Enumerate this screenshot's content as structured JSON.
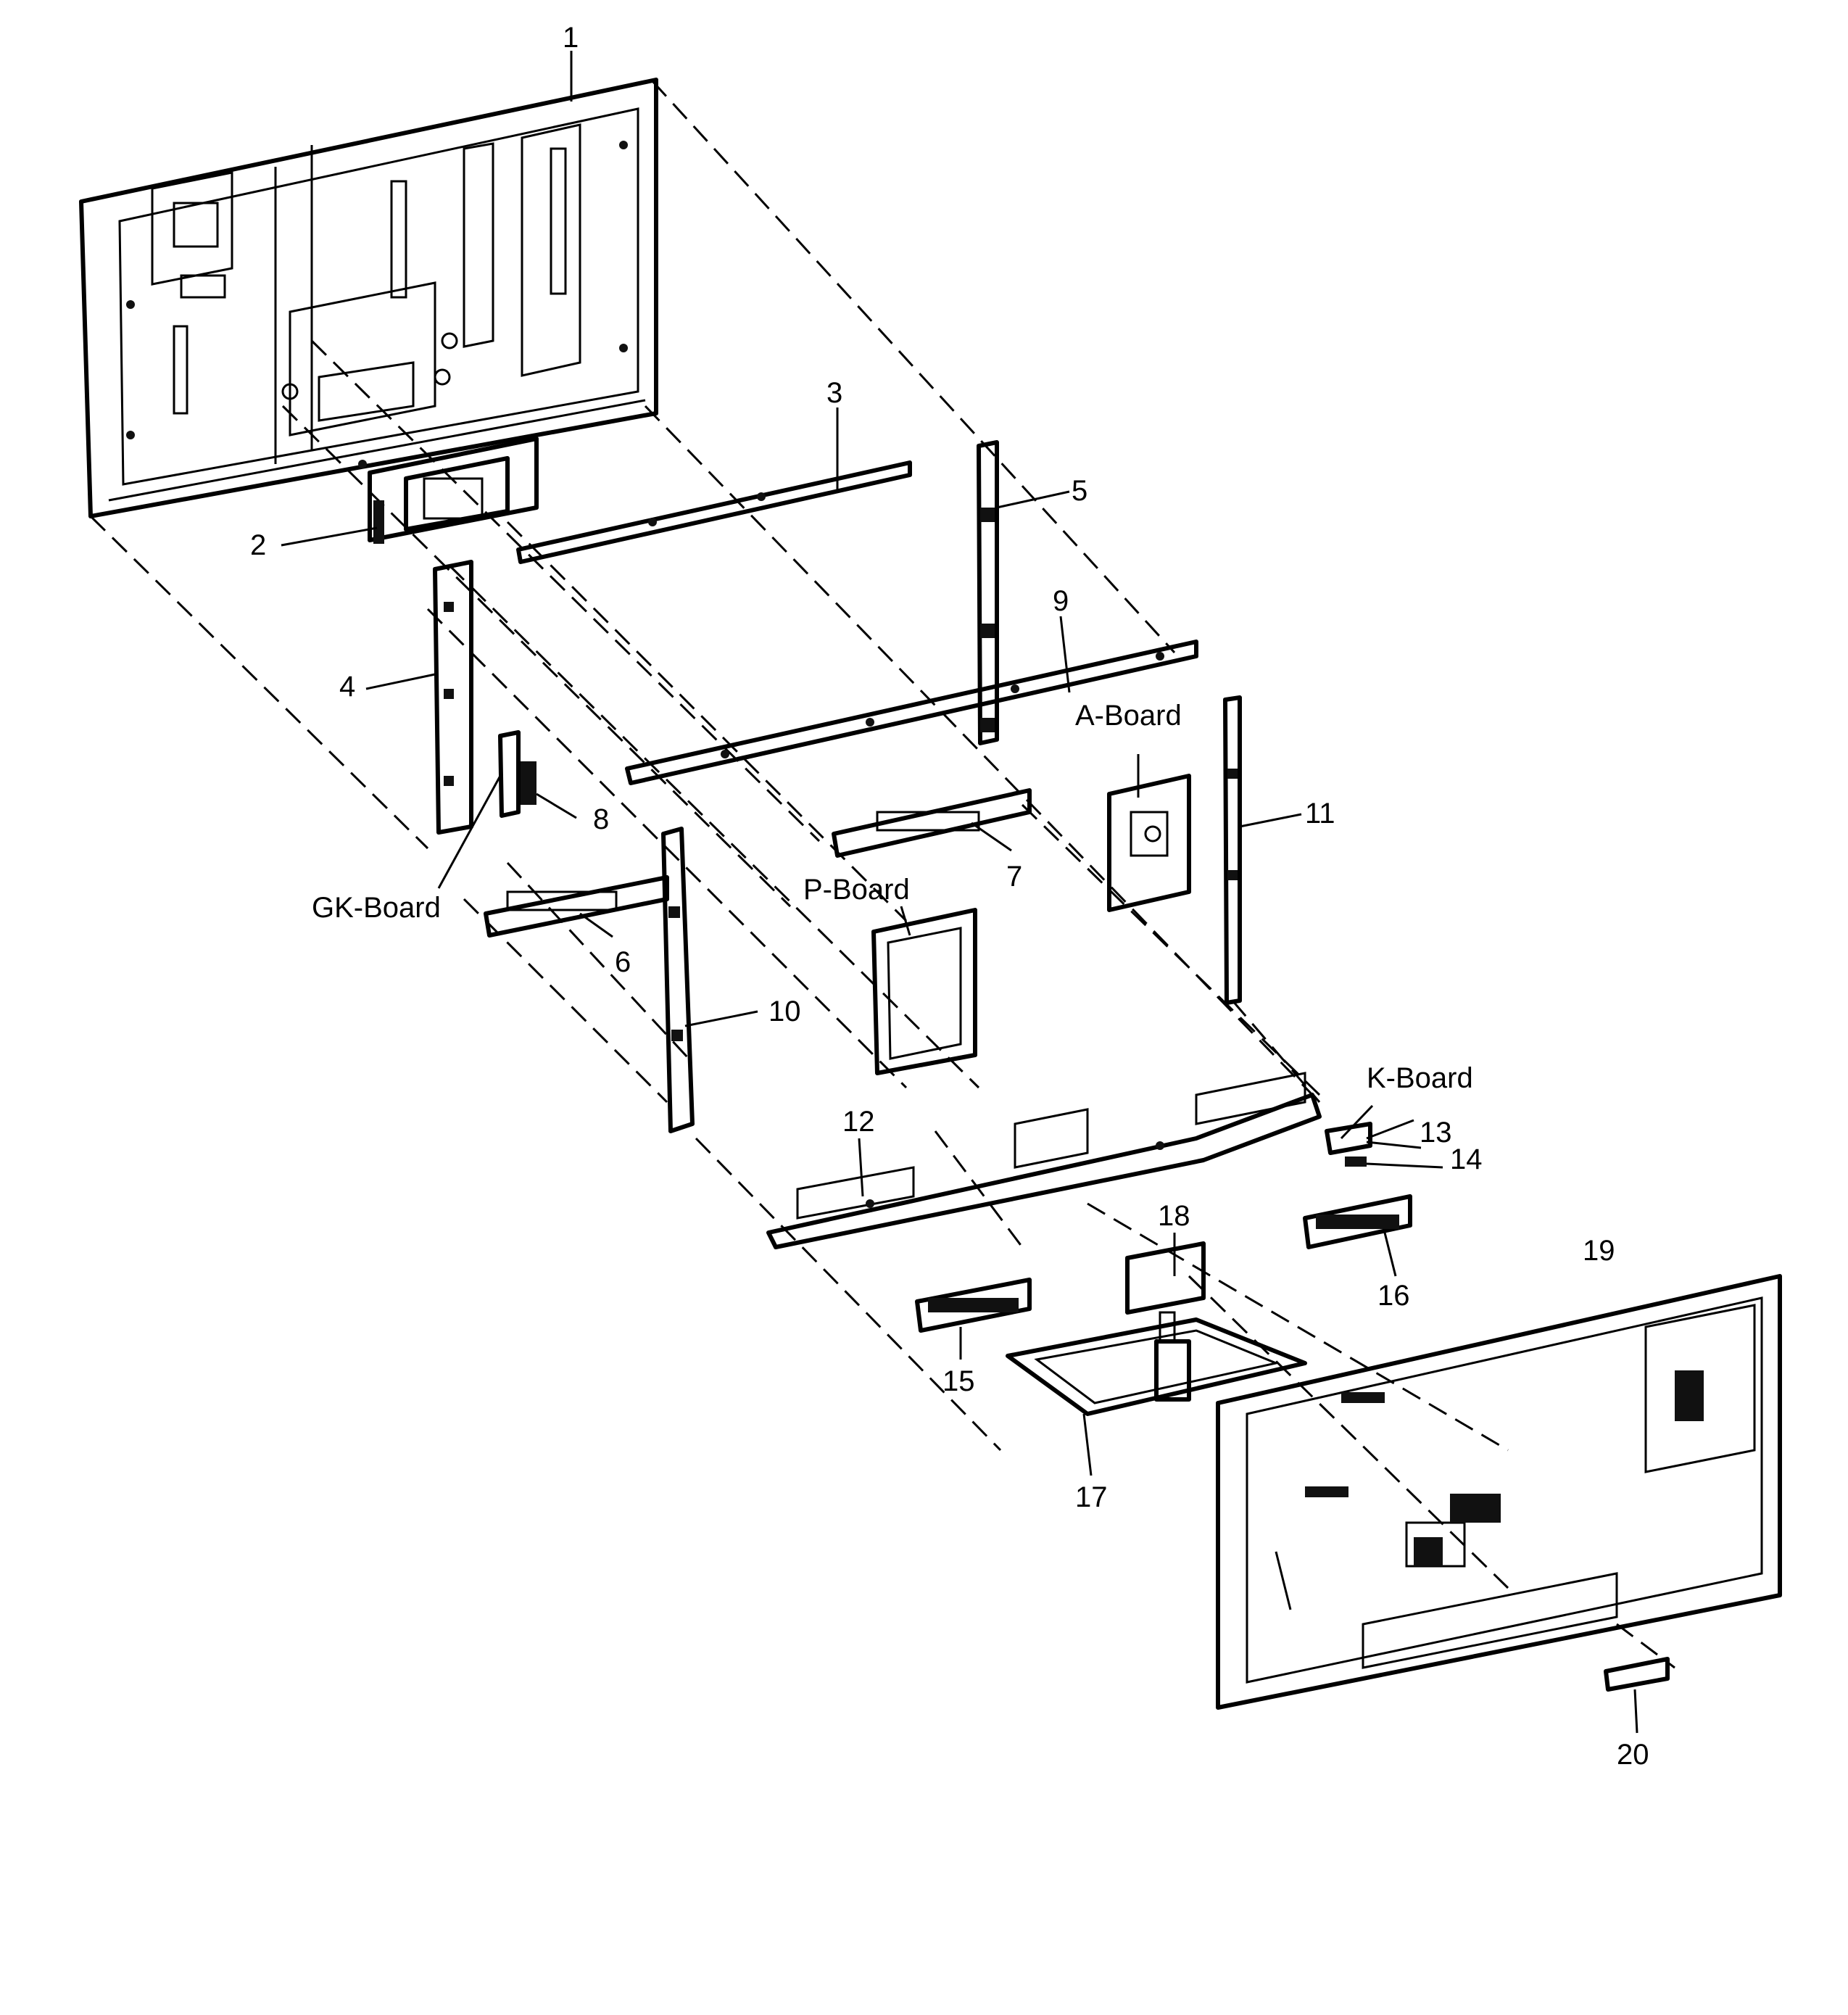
{
  "labels": {
    "n1": "1",
    "n2": "2",
    "n3": "3",
    "n4": "4",
    "n5": "5",
    "n6": "6",
    "n7": "7",
    "n8": "8",
    "n9": "9",
    "n10": "10",
    "n11": "11",
    "n12": "12",
    "n13": "13",
    "n14": "14",
    "n15": "15",
    "n16": "16",
    "n17": "17",
    "n18": "18",
    "n19": "19",
    "n20": "20",
    "gk_board": "GK-Board",
    "a_board": "A-Board",
    "p_board": "P-Board",
    "k_board": "K-Board"
  }
}
